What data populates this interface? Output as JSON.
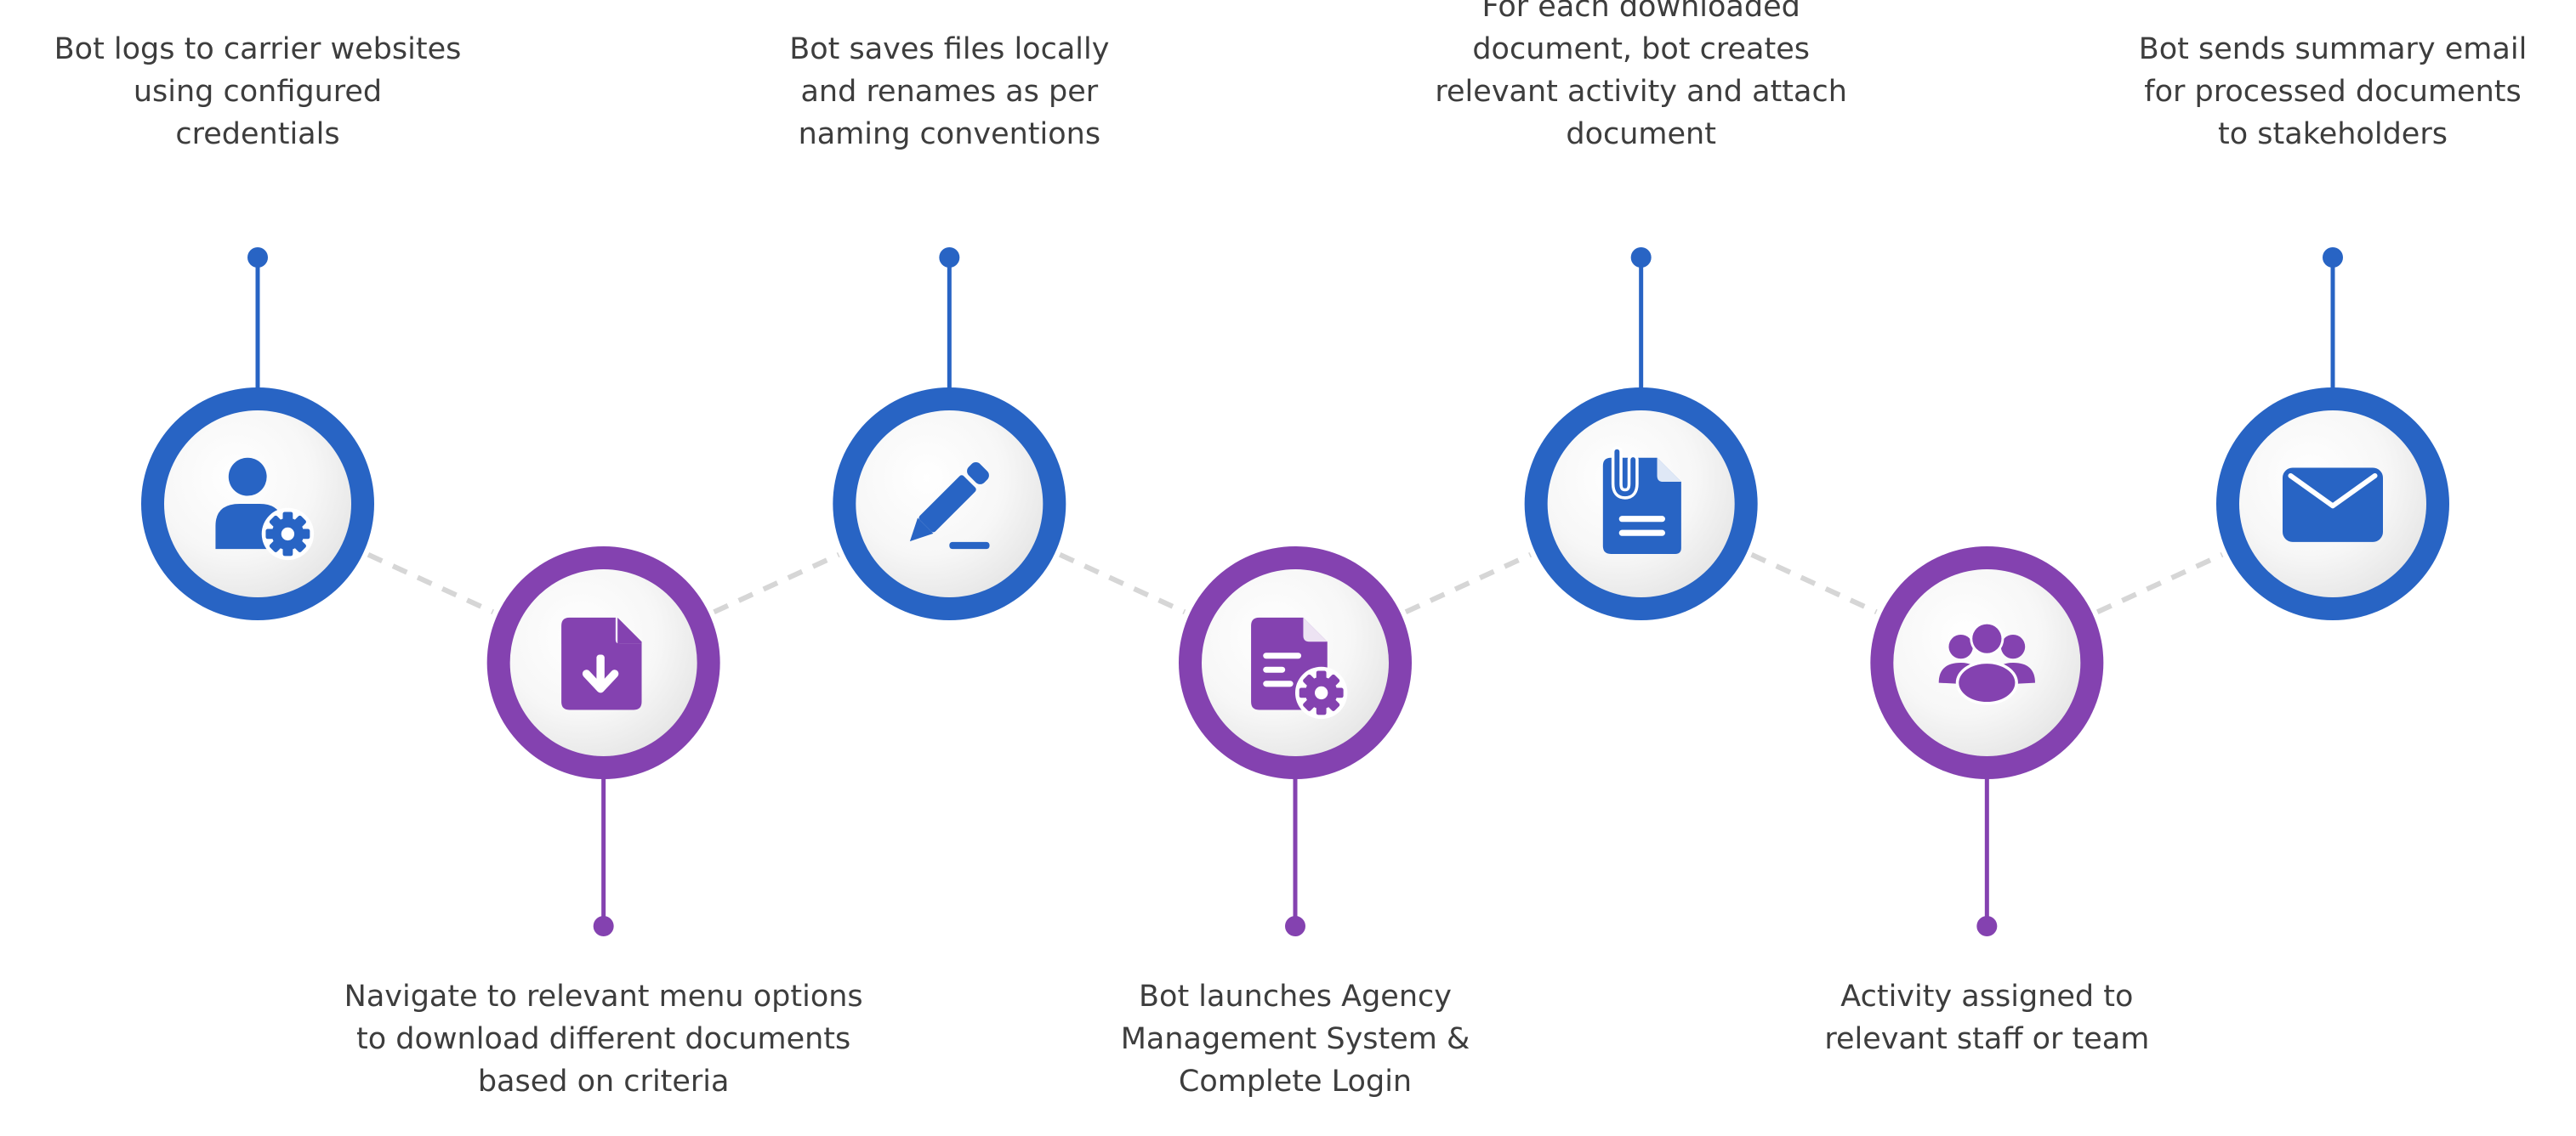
{
  "colors": {
    "blue": "#2864c4",
    "purple": "#8442b0",
    "connector": "#d6d6d6",
    "text": "#3d3d3d"
  },
  "steps": [
    {
      "id": "step-1",
      "icon": "user-gear-icon",
      "color": "blue",
      "position": "top",
      "text": [
        "Bot logs to carrier websites",
        "using configured",
        "credentials"
      ]
    },
    {
      "id": "step-2",
      "icon": "file-download-icon",
      "color": "purple",
      "position": "bottom",
      "text": [
        "Navigate to relevant menu options",
        "to download different documents",
        "based on criteria"
      ]
    },
    {
      "id": "step-3",
      "icon": "pencil-icon",
      "color": "blue",
      "position": "top",
      "text": [
        "Bot saves files locally",
        "and renames as per",
        "naming conventions"
      ]
    },
    {
      "id": "step-4",
      "icon": "document-gear-icon",
      "color": "purple",
      "position": "bottom",
      "text": [
        "Bot launches Agency",
        "Management System &",
        "Complete Login"
      ]
    },
    {
      "id": "step-5",
      "icon": "document-attachment-icon",
      "color": "blue",
      "position": "top",
      "text": [
        "For each downloaded",
        "document, bot creates",
        "relevant activity and attach",
        "document"
      ]
    },
    {
      "id": "step-6",
      "icon": "users-group-icon",
      "color": "purple",
      "position": "bottom",
      "text": [
        "Activity assigned to",
        "relevant staff or team"
      ]
    },
    {
      "id": "step-7",
      "icon": "envelope-icon",
      "color": "blue",
      "position": "top",
      "text": [
        "Bot sends summary email",
        "for processed documents",
        "to stakeholders"
      ]
    }
  ]
}
